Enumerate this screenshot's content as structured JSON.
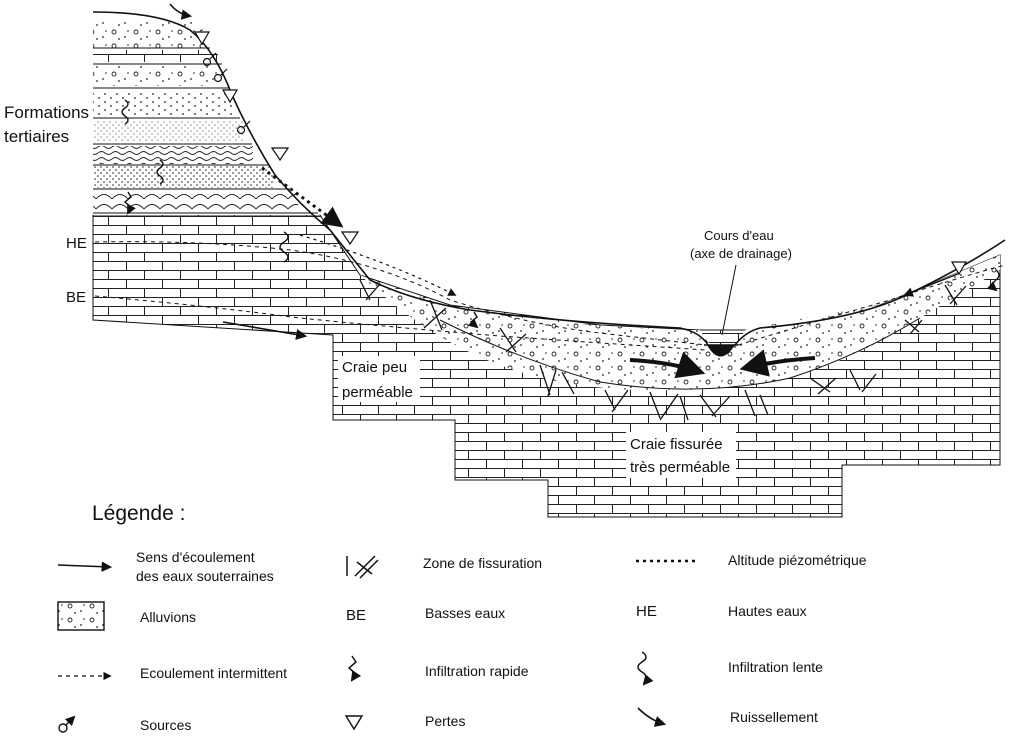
{
  "diagram": {
    "labels": {
      "formations_line1": "Formations",
      "formations_line2": "tertiaires",
      "he": "HE",
      "be": "BE",
      "cours_line1": "Cours d'eau",
      "cours_line2": "(axe de drainage)",
      "craie_peu_line1": "Craie peu",
      "craie_peu_line2": "perméable",
      "craie_fiss_line1": "Craie fissurée",
      "craie_fiss_line2": "très perméable"
    }
  },
  "legend": {
    "title": "Légende :",
    "items": {
      "ecoulement_souterrain": {
        "line1": "Sens d'écoulement",
        "line2": "des eaux souterraines"
      },
      "zone_fissuration": "Zone de fissuration",
      "altitude_piezo": "Altitude piézométrique",
      "alluvions": "Alluvions",
      "basses_eaux_symbol": "BE",
      "basses_eaux": "Basses eaux",
      "hautes_eaux_symbol": "HE",
      "hautes_eaux": "Hautes eaux",
      "ecoulement_intermittent": "Ecoulement intermittent",
      "infiltration_rapide": "Infiltration rapide",
      "infiltration_lente": "Infiltration lente",
      "sources": "Sources",
      "pertes": "Pertes",
      "ruissellement": "Ruissellement"
    }
  }
}
